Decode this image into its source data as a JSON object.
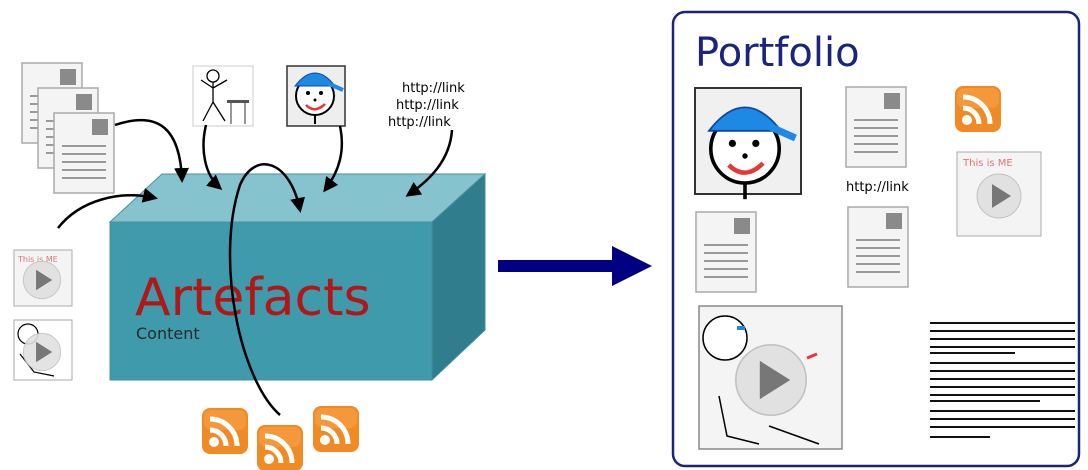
{
  "box": {
    "title": "Artefacts",
    "subtitle": "Content"
  },
  "links": [
    "http://link",
    "http://link",
    "http://link"
  ],
  "portfolio": {
    "title": "Portfolio",
    "link": "http://link"
  },
  "video_caption": "This is ME",
  "colors": {
    "box_front": "#3f9aab",
    "box_top": "#85c4cf",
    "box_side": "#2f7d8d",
    "arrow": "#000080",
    "frame": "#1a237e",
    "rss": "#f08a24",
    "artefacts_text": "#b01818",
    "hat": "#1e88e5",
    "smile": "#e53935"
  },
  "icons": [
    "document-icon",
    "stick-figure-desk-icon",
    "avatar-face-icon",
    "rss-icon",
    "video-play-icon"
  ]
}
